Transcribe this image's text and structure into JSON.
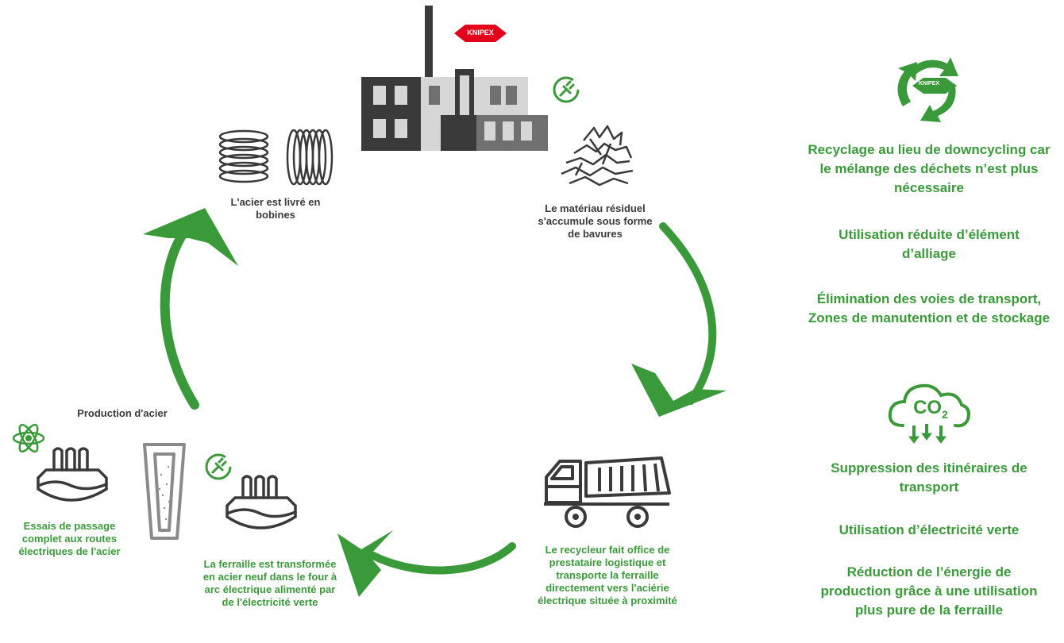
{
  "brand": {
    "logo_text": "KNIPEX"
  },
  "colors": {
    "green": "#3a9a3a",
    "dark": "#3a3a3a",
    "mid": "#707070",
    "light": "#d6d6d6",
    "brand_red": "#e2001a"
  },
  "cycle": {
    "coils_label": "L'acier est livré en bobines",
    "residual_label": "Le matériau résiduel s'accumule sous forme de bavures",
    "recycler_label": "Le recycleur fait office de prestataire logistique et transporte la ferraille directement vers l'aciérie électrique située à proximité",
    "ferraille_label": "La ferraille est transformée en acier neuf dans le four à arc électrique alimenté par de l'électricité verte",
    "production_title": "Production d'acier",
    "tests_label": "Essais de passage complet aux routes électriques de l'acier"
  },
  "benefits": {
    "items": [
      "Recyclage au lieu de downcycling car le mélange des déchets n’est plus nécessaire",
      "Utilisation réduite d’élément d’alliage",
      "Élimination des voies de transport, Zones de manutention et de stockage",
      "Suppression des itinéraires de transport",
      "Utilisation d’électricité verte",
      "Réduction de l’énergie de production grâce à une utilisation plus pure de la ferraille"
    ],
    "co2_text": "CO",
    "co2_sub": "2",
    "recycle_logo_text": "KNIPEX"
  }
}
